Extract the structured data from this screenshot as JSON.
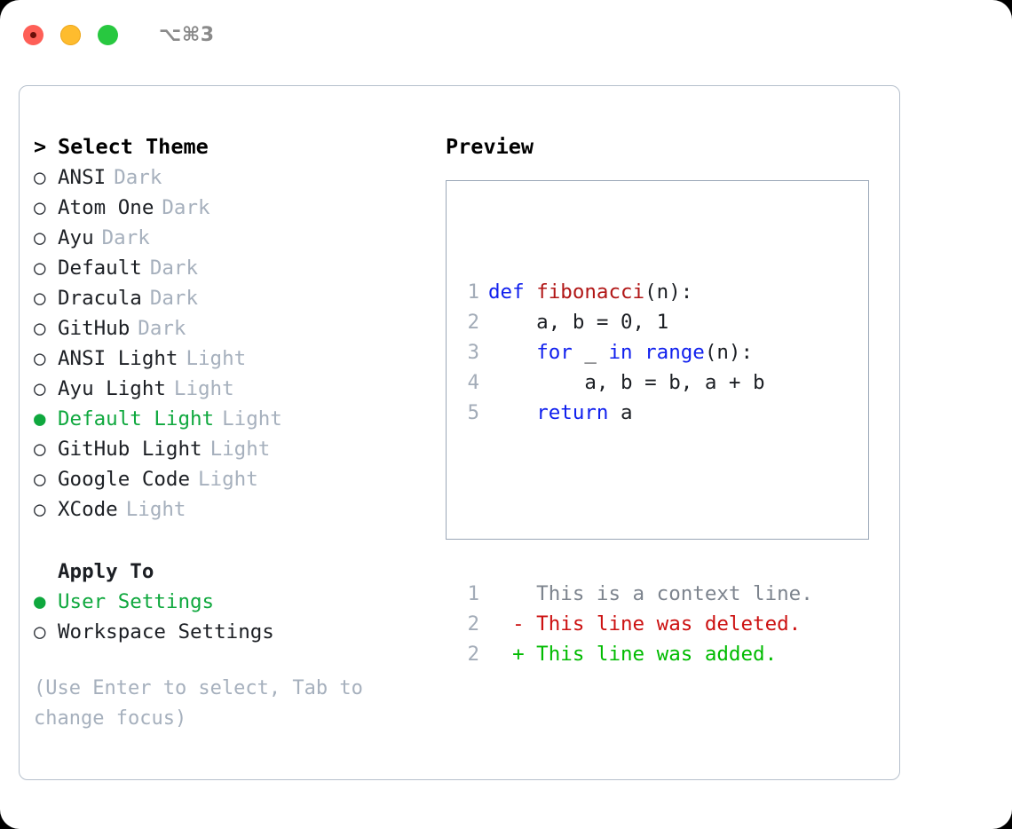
{
  "titlebar": {
    "shortcut": "⌥⌘3",
    "buttons": [
      {
        "name": "close",
        "color": "#fe5f57"
      },
      {
        "name": "minimize",
        "color": "#febc2e"
      },
      {
        "name": "maximize",
        "color": "#28c840"
      }
    ]
  },
  "theme_picker": {
    "header_chevron": ">",
    "header": "Select Theme",
    "bullet_unselected": "○",
    "bullet_selected": "●",
    "items": [
      {
        "name": "ANSI",
        "tag": "Dark",
        "selected": false
      },
      {
        "name": "Atom One",
        "tag": "Dark",
        "selected": false
      },
      {
        "name": "Ayu",
        "tag": "Dark",
        "selected": false
      },
      {
        "name": "Default",
        "tag": "Dark",
        "selected": false
      },
      {
        "name": "Dracula",
        "tag": "Dark",
        "selected": false
      },
      {
        "name": "GitHub",
        "tag": "Dark",
        "selected": false
      },
      {
        "name": "ANSI Light",
        "tag": "Light",
        "selected": false
      },
      {
        "name": "Ayu Light",
        "tag": "Light",
        "selected": false
      },
      {
        "name": "Default Light",
        "tag": "Light",
        "selected": true
      },
      {
        "name": "GitHub Light",
        "tag": "Light",
        "selected": false
      },
      {
        "name": "Google Code",
        "tag": "Light",
        "selected": false
      },
      {
        "name": "XCode",
        "tag": "Light",
        "selected": false
      }
    ]
  },
  "apply_to": {
    "label": "Apply To",
    "options": [
      {
        "name": "User Settings",
        "selected": true
      },
      {
        "name": "Workspace Settings",
        "selected": false
      }
    ]
  },
  "hint": "(Use Enter to select, Tab to change focus)",
  "preview": {
    "title": "Preview",
    "code_lines": [
      {
        "no": "1",
        "tokens": [
          {
            "t": "def ",
            "c": "kw"
          },
          {
            "t": "fibonacci",
            "c": "fn"
          },
          {
            "t": "(n):",
            "c": "plain"
          }
        ]
      },
      {
        "no": "2",
        "tokens": [
          {
            "t": "    a, b = 0, 1",
            "c": "plain"
          }
        ]
      },
      {
        "no": "3",
        "tokens": [
          {
            "t": "    ",
            "c": "plain"
          },
          {
            "t": "for",
            "c": "kw"
          },
          {
            "t": " _ ",
            "c": "plain"
          },
          {
            "t": "in",
            "c": "kw"
          },
          {
            "t": " ",
            "c": "plain"
          },
          {
            "t": "range",
            "c": "bi"
          },
          {
            "t": "(n):",
            "c": "plain"
          }
        ]
      },
      {
        "no": "4",
        "tokens": [
          {
            "t": "        a, b = b, a + b",
            "c": "plain"
          }
        ]
      },
      {
        "no": "5",
        "tokens": [
          {
            "t": "    ",
            "c": "plain"
          },
          {
            "t": "return",
            "c": "kw"
          },
          {
            "t": " a",
            "c": "plain"
          }
        ]
      }
    ],
    "diff_lines": [
      {
        "no": "1",
        "marker": " ",
        "text": " This is a context line.",
        "kind": "ctx"
      },
      {
        "no": "2",
        "marker": "-",
        "text": " This line was deleted.",
        "kind": "del"
      },
      {
        "no": "2",
        "marker": "+",
        "text": " This line was added.",
        "kind": "add"
      }
    ]
  },
  "colors": {
    "selected_green": "#0fa83e",
    "tag_gray": "#a6b0bd",
    "keyword_blue": "#1020ee",
    "function_red": "#b11616",
    "diff_delete": "#cc1111",
    "diff_add": "#00bb00",
    "border": "#9aa7b7"
  }
}
